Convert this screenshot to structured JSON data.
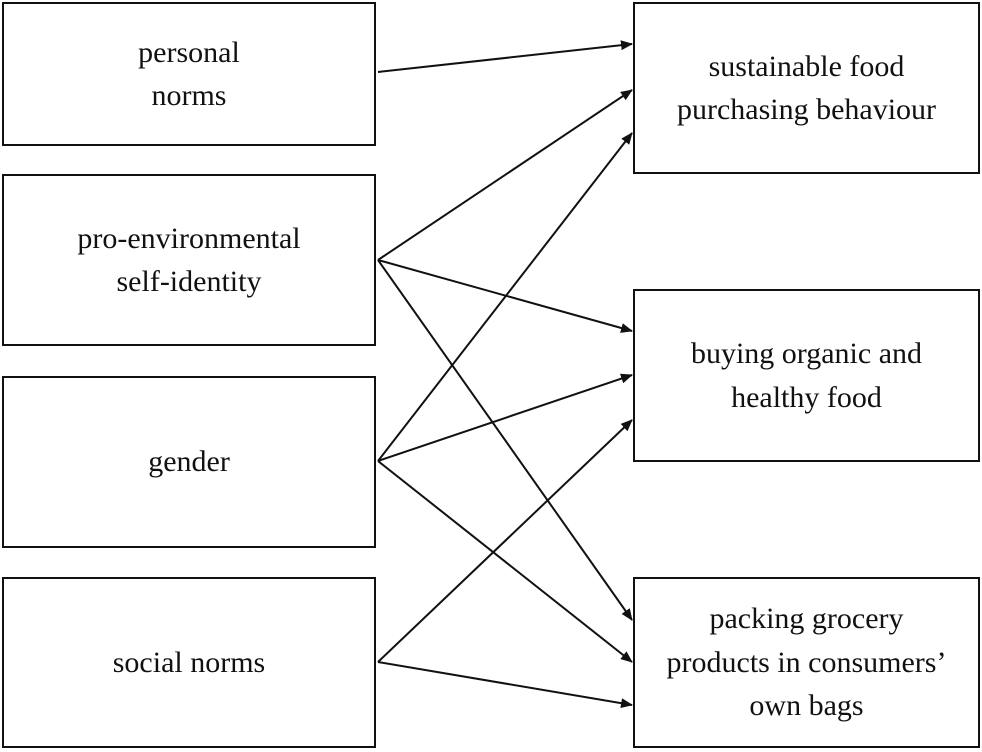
{
  "sources": [
    {
      "id": "personal-norms",
      "lines": [
        "personal",
        "norms"
      ]
    },
    {
      "id": "pro-environmental-self-identity",
      "lines": [
        "pro-environmental",
        "self-identity"
      ]
    },
    {
      "id": "gender",
      "lines": [
        "gender"
      ]
    },
    {
      "id": "social-norms",
      "lines": [
        "social norms"
      ]
    }
  ],
  "targets": [
    {
      "id": "sustainable-food-purchasing-behaviour",
      "lines": [
        "sustainable food",
        "purchasing behaviour"
      ]
    },
    {
      "id": "buying-organic-and-healthy-food",
      "lines": [
        "buying organic and",
        "healthy food"
      ]
    },
    {
      "id": "packing-grocery-products-in-consumers-own-bags",
      "lines": [
        "packing grocery",
        "products in consumers’",
        "own bags"
      ]
    }
  ],
  "edges": [
    {
      "from": "personal-norms",
      "to": "sustainable-food-purchasing-behaviour"
    },
    {
      "from": "pro-environmental-self-identity",
      "to": "sustainable-food-purchasing-behaviour"
    },
    {
      "from": "pro-environmental-self-identity",
      "to": "buying-organic-and-healthy-food"
    },
    {
      "from": "pro-environmental-self-identity",
      "to": "packing-grocery-products-in-consumers-own-bags"
    },
    {
      "from": "gender",
      "to": "sustainable-food-purchasing-behaviour"
    },
    {
      "from": "gender",
      "to": "buying-organic-and-healthy-food"
    },
    {
      "from": "gender",
      "to": "packing-grocery-products-in-consumers-own-bags"
    },
    {
      "from": "social-norms",
      "to": "buying-organic-and-healthy-food"
    },
    {
      "from": "social-norms",
      "to": "packing-grocery-products-in-consumers-own-bags"
    }
  ]
}
